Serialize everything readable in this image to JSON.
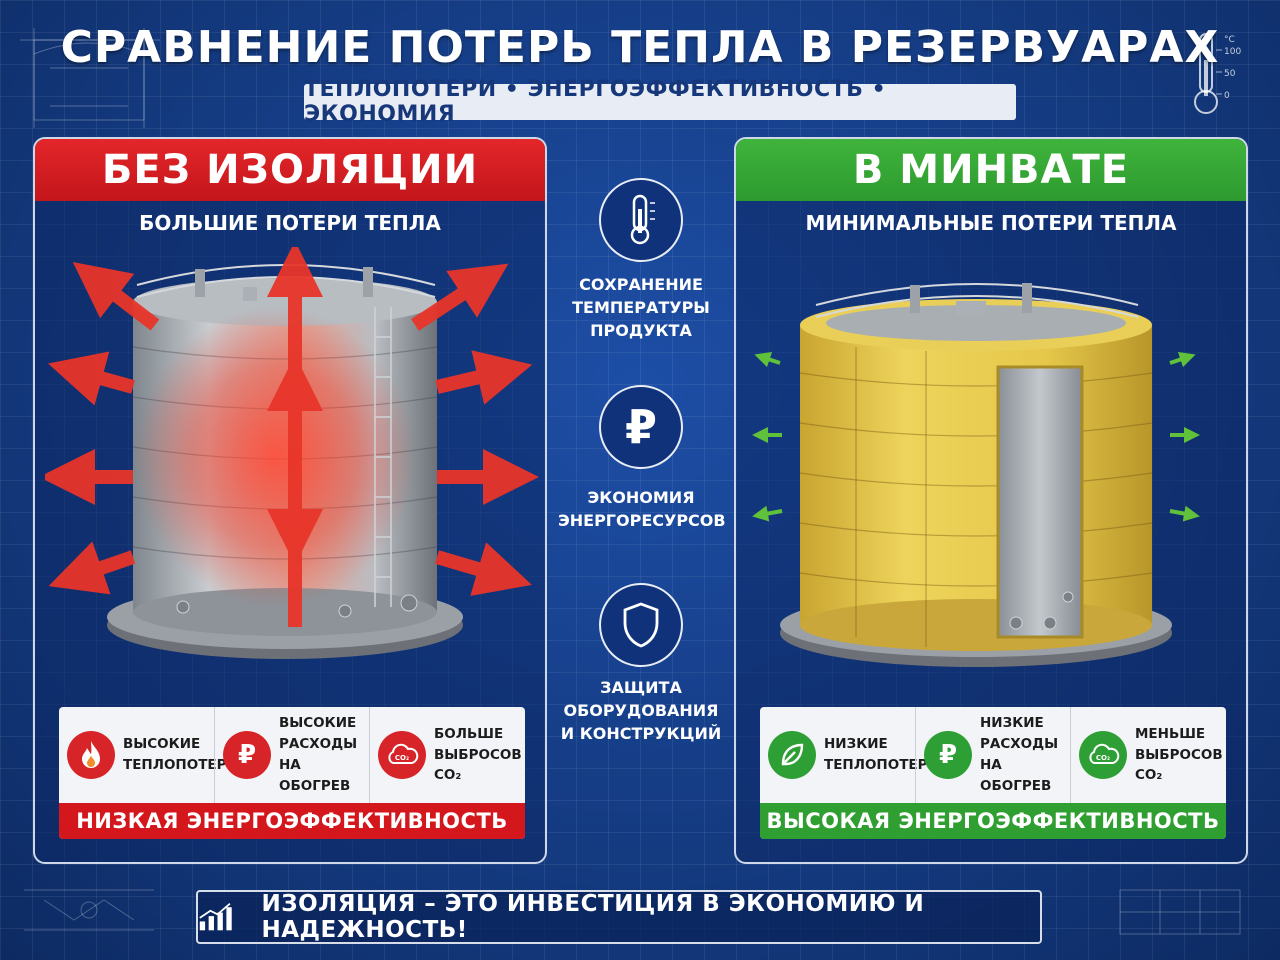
{
  "header": {
    "title": "СРАВНЕНИЕ ПОТЕРЬ ТЕПЛА В РЕЗЕРВУАРАХ",
    "subtitle": "ТЕПЛОПОТЕРИ • ЭНЕРГОЭФФЕКТИВНОСТЬ • ЭКОНОМИЯ",
    "thermometer_scale": [
      "°C",
      "100",
      "50",
      "0"
    ]
  },
  "left_panel": {
    "title": "БЕЗ ИЗОЛЯЦИИ",
    "subtitle": "БОЛЬШИЕ ПОТЕРИ ТЕПЛА",
    "color": "#d4171d",
    "cards": [
      {
        "icon": "flame-icon",
        "lines": [
          "ВЫСОКИЕ",
          "ТЕПЛОПОТЕРИ"
        ]
      },
      {
        "icon": "ruble-icon",
        "lines": [
          "ВЫСОКИЕ",
          "РАСХОДЫ НА",
          "ОБОГРЕВ"
        ]
      },
      {
        "icon": "co2-cloud-icon",
        "lines": [
          "БОЛЬШЕ",
          "ВЫБРОСОВ",
          "CO₂"
        ]
      }
    ],
    "footer": "НИЗКАЯ ЭНЕРГОЭФФЕКТИВНОСТЬ"
  },
  "right_panel": {
    "title": "В МИНВАТЕ",
    "subtitle": "МИНИМАЛЬНЫЕ ПОТЕРИ ТЕПЛА",
    "color": "#2f9f32",
    "cards": [
      {
        "icon": "leaf-icon",
        "lines": [
          "НИЗКИЕ",
          "ТЕПЛОПОТЕРИ"
        ]
      },
      {
        "icon": "ruble-icon",
        "lines": [
          "НИЗКИЕ",
          "РАСХОДЫ НА",
          "ОБОГРЕВ"
        ]
      },
      {
        "icon": "co2-cloud-icon",
        "lines": [
          "МЕНЬШЕ",
          "ВЫБРОСОВ",
          "CO₂"
        ]
      }
    ],
    "footer": "ВЫСОКАЯ ЭНЕРГОЭФФЕКТИВНОСТЬ"
  },
  "center": {
    "items": [
      {
        "icon": "thermometer-icon",
        "lines": [
          "СОХРАНЕНИЕ",
          "ТЕМПЕРАТУРЫ",
          "ПРОДУКТА"
        ]
      },
      {
        "icon": "ruble-icon",
        "symbol": "₽",
        "lines": [
          "ЭКОНОМИЯ",
          "ЭНЕРГОРЕСУРСОВ"
        ]
      },
      {
        "icon": "shield-icon",
        "lines": [
          "ЗАЩИТА",
          "ОБОРУДОВАНИЯ",
          "И КОНСТРУКЦИЙ"
        ]
      }
    ]
  },
  "footer": {
    "text": "ИЗОЛЯЦИЯ – ЭТО ИНВЕСТИЦИЯ В ЭКОНОМИЮ И НАДЕЖНОСТЬ!",
    "icon": "growth-chart-icon"
  },
  "colors": {
    "background": "#133a86",
    "heat_red": "#e8352a",
    "insulation_yellow": "#e6c84a",
    "eco_green": "#5fc23a"
  }
}
